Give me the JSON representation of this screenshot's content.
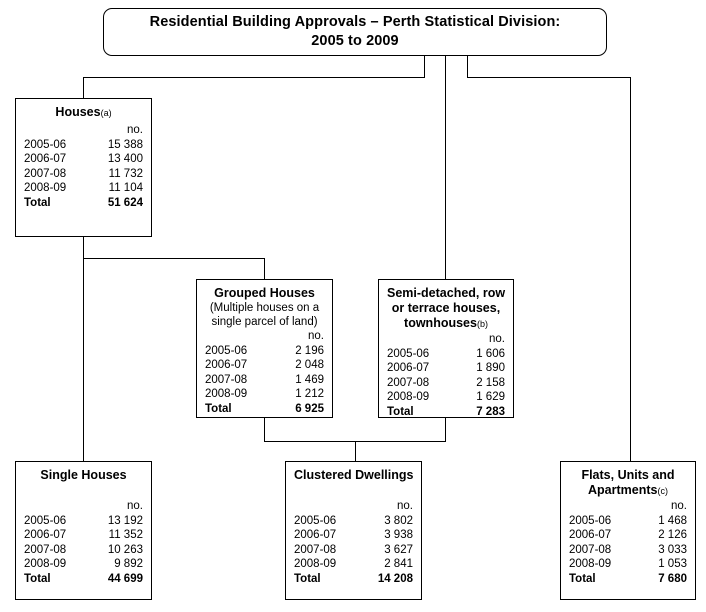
{
  "title": {
    "line1": "Residential Building Approvals – Perth Statistical Division:",
    "line2": "2005 to 2009"
  },
  "unit_header": "no.",
  "total_label": "Total",
  "boxes": {
    "houses": {
      "title": "Houses",
      "note": "(a)",
      "rows": [
        {
          "label": "2005-06",
          "value": "15 388"
        },
        {
          "label": "2006-07",
          "value": "13 400"
        },
        {
          "label": "2007-08",
          "value": "11 732"
        },
        {
          "label": "2008-09",
          "value": "11 104"
        }
      ],
      "total": "51 624"
    },
    "grouped_houses": {
      "title": "Grouped Houses",
      "subtitle_line1": "(Multiple houses on a",
      "subtitle_line2": "single parcel of land)",
      "rows": [
        {
          "label": "2005-06",
          "value": "2 196"
        },
        {
          "label": "2006-07",
          "value": "2 048"
        },
        {
          "label": "2007-08",
          "value": "1 469"
        },
        {
          "label": "2008-09",
          "value": "1 212"
        }
      ],
      "total": "6 925"
    },
    "semi_detached": {
      "title_line1": "Semi-detached, row",
      "title_line2": "or terrace houses,",
      "title_line3": "townhouses",
      "note": "(b)",
      "rows": [
        {
          "label": "2005-06",
          "value": "1 606"
        },
        {
          "label": "2006-07",
          "value": "1 890"
        },
        {
          "label": "2007-08",
          "value": "2 158"
        },
        {
          "label": "2008-09",
          "value": "1 629"
        }
      ],
      "total": "7 283"
    },
    "single_houses": {
      "title": "Single Houses",
      "rows": [
        {
          "label": "2005-06",
          "value": "13 192"
        },
        {
          "label": "2006-07",
          "value": "11 352"
        },
        {
          "label": "2007-08",
          "value": "10 263"
        },
        {
          "label": "2008-09",
          "value": "9 892"
        }
      ],
      "total": "44 699"
    },
    "clustered_dwellings": {
      "title": "Clustered Dwellings",
      "rows": [
        {
          "label": "2005-06",
          "value": "3 802"
        },
        {
          "label": "2006-07",
          "value": "3 938"
        },
        {
          "label": "2007-08",
          "value": "3 627"
        },
        {
          "label": "2008-09",
          "value": "2 841"
        }
      ],
      "total": "14 208"
    },
    "flats_units_apartments": {
      "title_line1": "Flats, Units and",
      "title_line2": "Apartments",
      "note": "(c)",
      "rows": [
        {
          "label": "2005-06",
          "value": "1 468"
        },
        {
          "label": "2006-07",
          "value": "2 126"
        },
        {
          "label": "2007-08",
          "value": "3 033"
        },
        {
          "label": "2008-09",
          "value": "1 053"
        }
      ],
      "total": "7 680"
    }
  },
  "colors": {
    "line": "#000000",
    "background": "#ffffff",
    "text": "#000000"
  }
}
